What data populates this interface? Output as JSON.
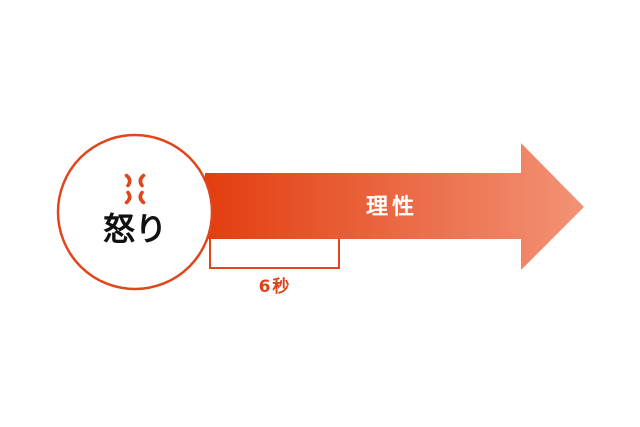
{
  "diagram": {
    "circle_label": "怒り",
    "arrow_label": "理性",
    "duration_label": "6秒",
    "icon": "anger-symbol-icon"
  },
  "colors": {
    "accent": "#e0461c",
    "arrow_start": "#e33d0f",
    "arrow_end": "#f08f72",
    "text_dark": "#111111",
    "text_light": "#ffffff"
  }
}
